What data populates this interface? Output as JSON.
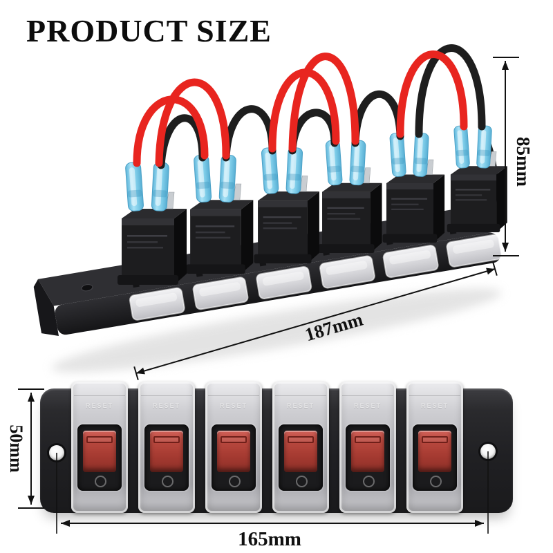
{
  "title": "PRODUCT SIZE",
  "perspective_view": {
    "switch_count": 6,
    "dimensions": {
      "height": "85mm",
      "length": "187mm"
    }
  },
  "front_view": {
    "switch_count": 6,
    "switch_print": "RESET",
    "dimensions": {
      "height": "50mm",
      "hole_spacing": "165mm"
    }
  },
  "colors": {
    "background": "#ffffff",
    "panel_black": "#232326",
    "cover_gray": "#c9c9cd",
    "rocker_red": "#b0453b",
    "wire_red": "#e8251f",
    "wire_black": "#1e1e1e",
    "terminal_blue": "#7fcde9",
    "dimension_line": "#111111"
  }
}
